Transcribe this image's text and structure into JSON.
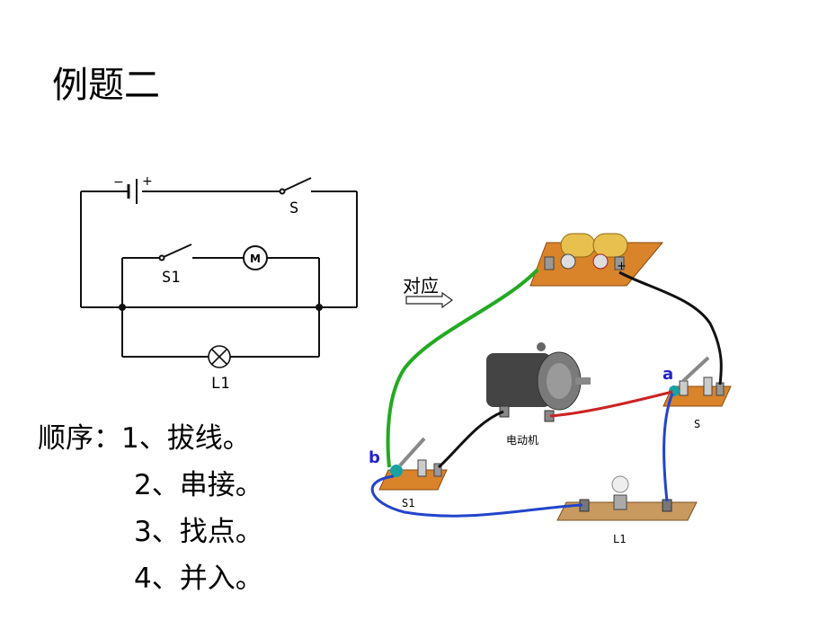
{
  "title": "例题二",
  "schematic": {
    "battery_minus": "−",
    "battery_plus": "+",
    "switch_s": "S",
    "switch_s1": "S1",
    "motor": "M",
    "lamp": "L1"
  },
  "arrow_label": "对应",
  "physical": {
    "point_a": "a",
    "point_b": "b",
    "battery_plus": "+",
    "motor_label": "电动机",
    "switch_s": "S",
    "switch_s1": "S1",
    "lamp": "L1"
  },
  "steps": {
    "heading": "顺序：",
    "items": [
      "1、拔线。",
      "2、串接。",
      "3、找点。",
      "4、并入。"
    ]
  },
  "colors": {
    "green_wire": "#22aa22",
    "red_wire": "#cc2222",
    "blue_wire": "#2244cc",
    "black_wire": "#111111",
    "board": "#d9832a",
    "label_blue": "#2222cc"
  }
}
